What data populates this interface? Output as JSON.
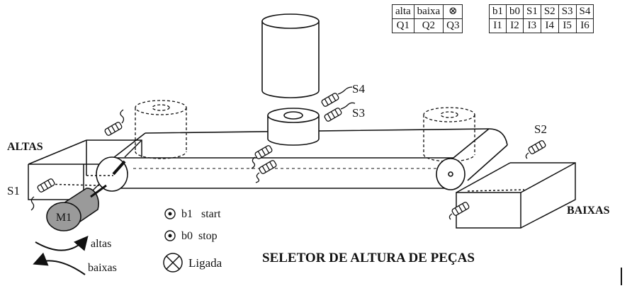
{
  "tables": {
    "outputs": {
      "header": [
        "alta",
        "baixa",
        "⊗"
      ],
      "row": [
        "Q1",
        "Q2",
        "Q3"
      ]
    },
    "inputs": {
      "header": [
        "b1",
        "b0",
        "S1",
        "S2",
        "S3",
        "S4"
      ],
      "row": [
        "I1",
        "I2",
        "I3",
        "I4",
        "I5",
        "I6"
      ]
    }
  },
  "labels": {
    "altas_bin": "ALTAS",
    "baixas_bin": "BAIXAS",
    "s1": "S1",
    "s2": "S2",
    "s3": "S3",
    "s4": "S4",
    "motor": "M1",
    "rot_altas": "altas",
    "rot_baixas": "baixas"
  },
  "legend": {
    "b1": "b1   start",
    "b0": "b0  stop",
    "ligada": "Ligada"
  },
  "title": "SELETOR DE ALTURA DE PEÇAS",
  "colors": {
    "ink": "#111111",
    "motor_fill": "#9a9a9a",
    "paper": "#ffffff"
  }
}
